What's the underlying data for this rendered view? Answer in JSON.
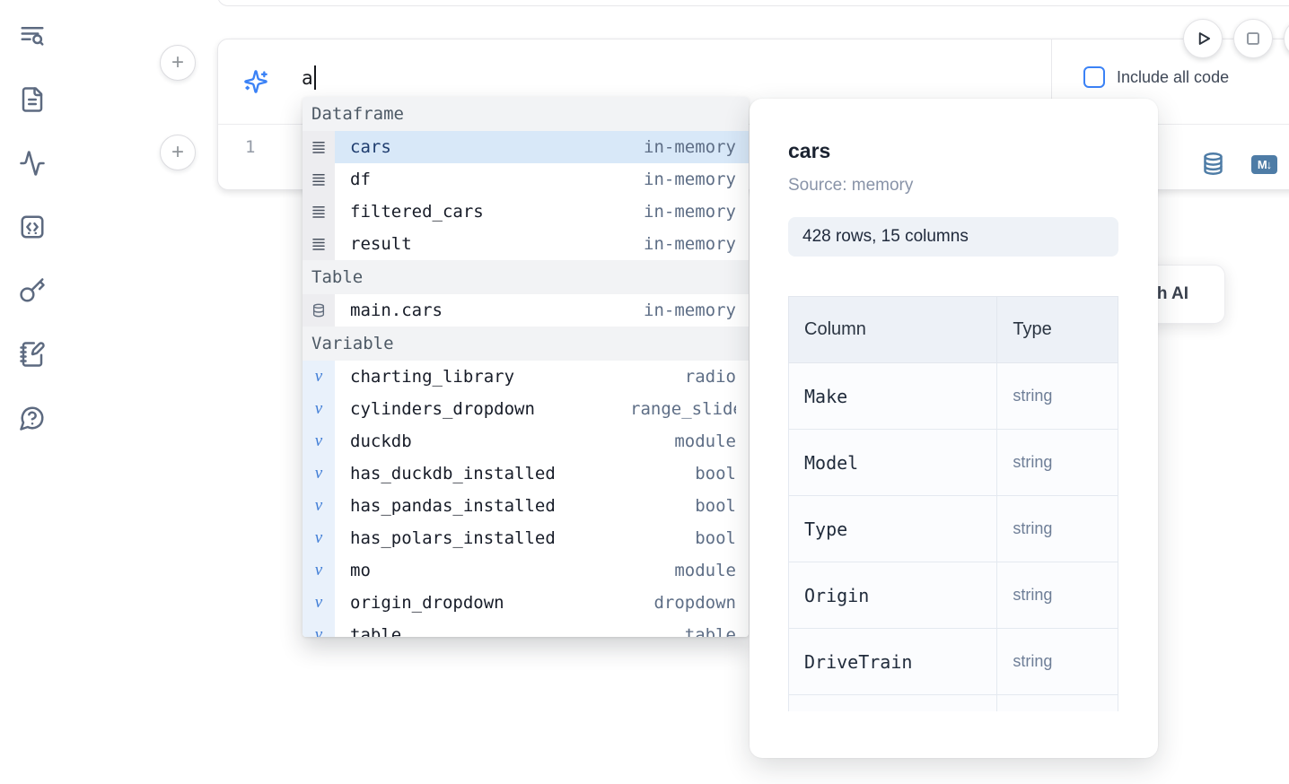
{
  "sidebar": {
    "icons": [
      "text-search",
      "file-document",
      "activity",
      "code-square",
      "key",
      "notebook-pen",
      "help-chat"
    ]
  },
  "toolbar": {
    "run_icon": "play",
    "stop_icon": "square",
    "add_cell_label": "+"
  },
  "cell": {
    "ai_input": {
      "value": "a",
      "icon": "sparkles"
    },
    "include_all_code_label": "Include all code",
    "include_all_code_checked": false,
    "line_number": "1",
    "icons": [
      "database",
      "markdown-export"
    ],
    "markdown_badge": "M↓"
  },
  "ai_generate_button": {
    "label": "Generate with AI"
  },
  "autocomplete": {
    "selected_item": "cars",
    "sections": [
      {
        "label": "Dataframe",
        "items": [
          {
            "name": "cars",
            "type": "in-memory"
          },
          {
            "name": "df",
            "type": "in-memory"
          },
          {
            "name": "filtered_cars",
            "type": "in-memory"
          },
          {
            "name": "result",
            "type": "in-memory"
          }
        ]
      },
      {
        "label": "Table",
        "items": [
          {
            "name": "main.cars",
            "type": "in-memory"
          }
        ]
      },
      {
        "label": "Variable",
        "items": [
          {
            "name": "charting_library",
            "type": "radio"
          },
          {
            "name": "cylinders_dropdown",
            "type": "range_slider"
          },
          {
            "name": "duckdb",
            "type": "module"
          },
          {
            "name": "has_duckdb_installed",
            "type": "bool"
          },
          {
            "name": "has_pandas_installed",
            "type": "bool"
          },
          {
            "name": "has_polars_installed",
            "type": "bool"
          },
          {
            "name": "mo",
            "type": "module"
          },
          {
            "name": "origin_dropdown",
            "type": "dropdown"
          },
          {
            "name": "table",
            "type": "table"
          }
        ]
      }
    ]
  },
  "preview": {
    "title": "cars",
    "source_label": "Source: memory",
    "shape_badge": "428 rows, 15 columns",
    "table": {
      "headers": {
        "column": "Column",
        "type": "Type"
      },
      "rows": [
        {
          "name": "Make",
          "type": "string"
        },
        {
          "name": "Model",
          "type": "string"
        },
        {
          "name": "Type",
          "type": "string"
        },
        {
          "name": "Origin",
          "type": "string"
        },
        {
          "name": "DriveTrain",
          "type": "string"
        }
      ]
    }
  },
  "colors": {
    "accent_blue": "#3b82f6",
    "steel_blue_icon": "#4e7ca6",
    "selected_row_bg": "#d8e8f8",
    "section_header_bg": "#f2f3f5",
    "panel_badge_bg": "#eef2f7"
  }
}
